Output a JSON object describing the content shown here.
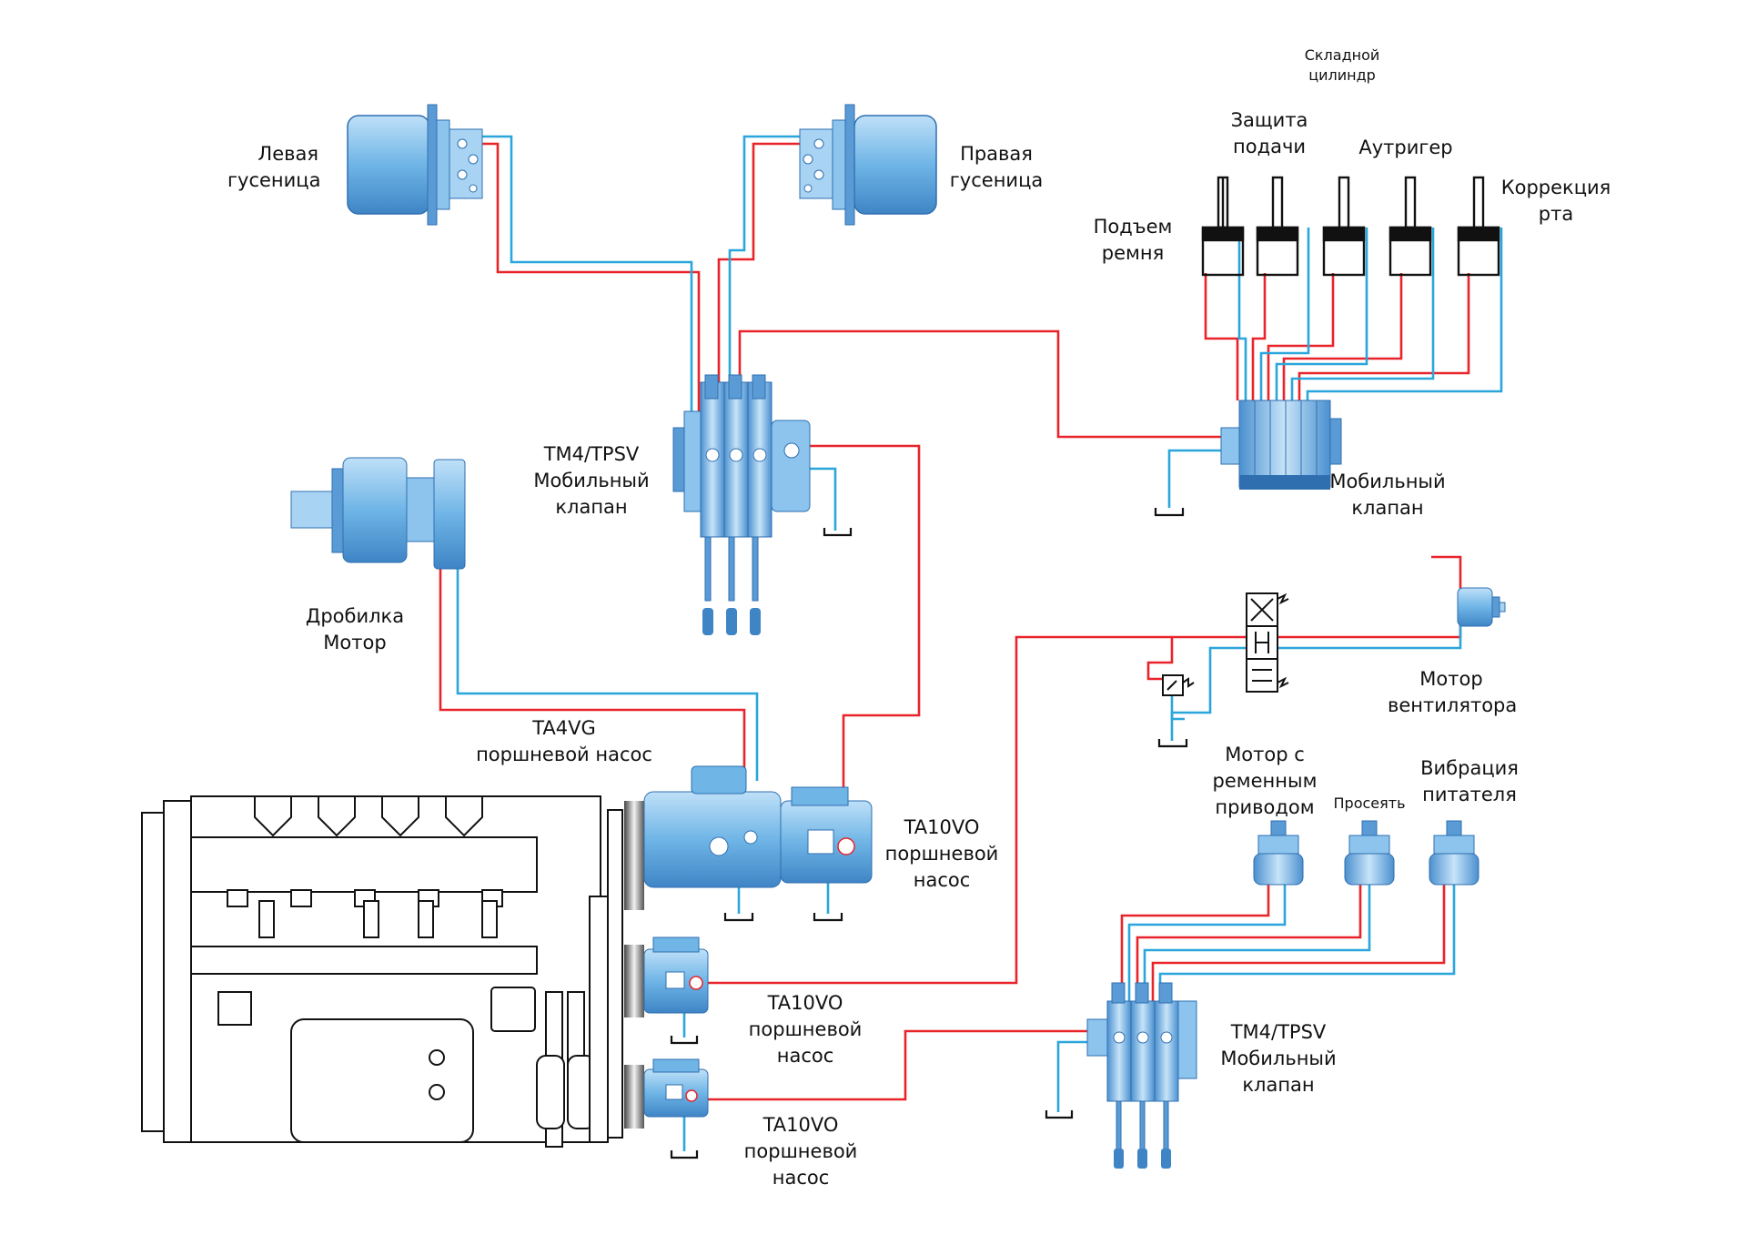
{
  "colors": {
    "pressure": "#e8242a",
    "return": "#2aa6dc",
    "component": "#6fb5e6",
    "component_dark": "#2f6fb0",
    "engine_line": "#111111"
  },
  "labels": {
    "left_track": [
      "Левая",
      "гусеница"
    ],
    "right_track": [
      "Правая",
      "гусеница"
    ],
    "top_valve": [
      "TM4/TPSV",
      "Мобильный",
      "клапан"
    ],
    "crusher_motor": [
      "Дробилка",
      "Мотор"
    ],
    "folding_cylinder": [
      "Складной",
      "цилиндр"
    ],
    "feed_protection": [
      "Защита",
      "подачи"
    ],
    "outrigger": [
      "Аутригер"
    ],
    "mouth_correction": [
      "Коррекция",
      "рта"
    ],
    "belt_lift": [
      "Подъем",
      "ремня"
    ],
    "right_valve": [
      "Мобильный",
      "клапан"
    ],
    "fan_motor": [
      "Мотор",
      "вентилятора"
    ],
    "ta4vg_pump": [
      "TA4VG",
      "поршневой насос"
    ],
    "ta10vo_pump_1": [
      "TA10VO",
      "поршневой",
      "насос"
    ],
    "ta10vo_pump_2": [
      "TA10VO",
      "поршневой",
      "насос"
    ],
    "ta10vo_pump_3": [
      "TA10VO",
      "поршневой",
      "насос"
    ],
    "belt_motor": [
      "Мотор с",
      "ременным",
      "приводом"
    ],
    "screen": [
      "Просеять"
    ],
    "feeder_vibration": [
      "Вибрация",
      "питателя"
    ],
    "bottom_valve": [
      "TM4/TPSV",
      "Мобильный",
      "клапан"
    ]
  },
  "icons": [
    "track-motor-icon",
    "valve-block-icon",
    "hydraulic-motor-icon",
    "cylinder-icon",
    "piston-pump-icon",
    "engine-icon",
    "directional-valve-icon",
    "relief-valve-icon",
    "tank-icon"
  ]
}
